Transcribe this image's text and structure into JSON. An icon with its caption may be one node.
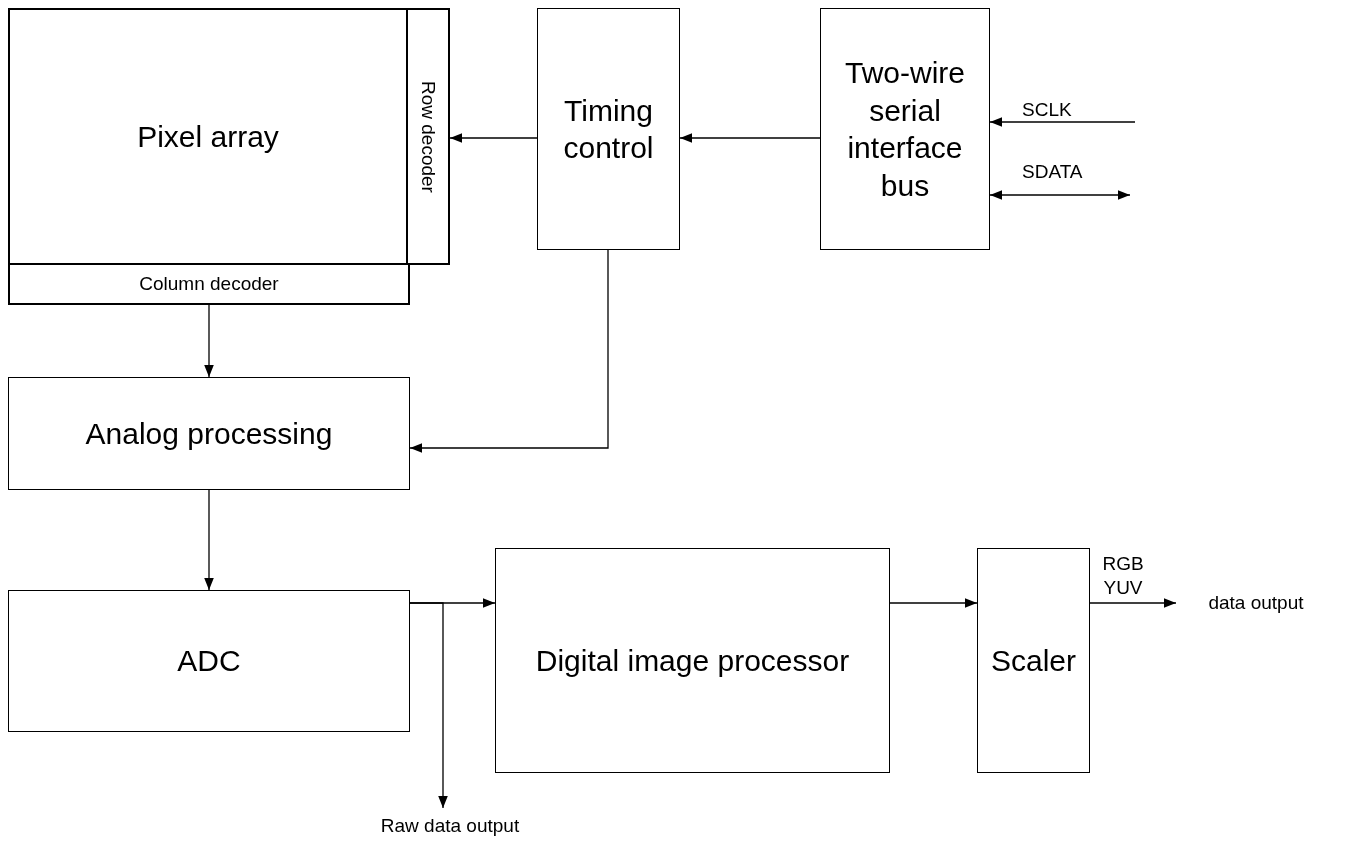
{
  "diagram": {
    "nodes": [
      {
        "text": [
          "Pixel array"
        ]
      },
      {
        "text": [
          "Row decoder"
        ]
      },
      {
        "text": [
          "Column decoder"
        ]
      },
      {
        "text": [
          "Timing control"
        ]
      },
      {
        "text": [
          "Two-wire serial interface bus"
        ]
      },
      {
        "text": [
          "Analog processing"
        ]
      },
      {
        "text": [
          "ADC"
        ]
      },
      {
        "text": [
          "Digital image processor"
        ]
      },
      {
        "text": [
          "Scaler"
        ]
      },
      {
        "text": [
          "Raw data output"
        ]
      },
      {
        "text": [
          "data output"
        ]
      }
    ],
    "edges": [
      {
        "from": 3,
        "to": 1,
        "arrow": "to"
      },
      {
        "from": 4,
        "to": 3,
        "arrow": "to"
      },
      {
        "from": 2,
        "to": 5,
        "arrow": "to"
      },
      {
        "from": 3,
        "to": 5,
        "arrow": "to"
      },
      {
        "from": 5,
        "to": 6,
        "arrow": "to"
      },
      {
        "from": 6,
        "to": 7,
        "arrow": "to"
      },
      {
        "from": 6,
        "to": 9,
        "arrow": "to"
      },
      {
        "from": 7,
        "to": 8,
        "arrow": "to"
      },
      {
        "from": null,
        "to": 4,
        "arrow": "to",
        "label": "SCLK"
      },
      {
        "from": 4,
        "to": null,
        "arrow": "both",
        "label": "SDATA"
      },
      {
        "from": 8,
        "to": 10,
        "arrow": "to",
        "label": "RGB YUV"
      }
    ]
  }
}
